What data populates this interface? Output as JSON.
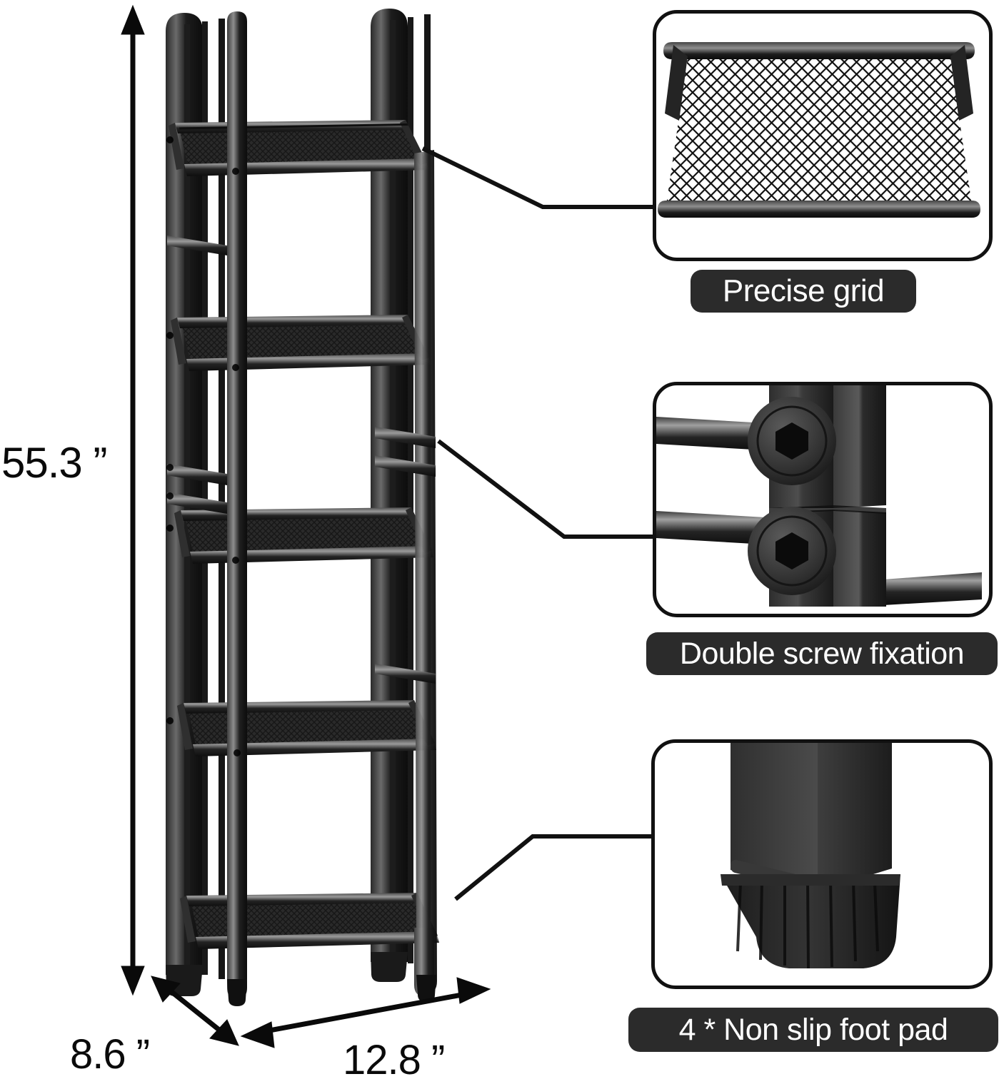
{
  "product": {
    "type": "5-tier metal mesh storage shelf / bookshelf",
    "color_hex": "#141414",
    "background_hex": "#ffffff",
    "shelf_count": 5
  },
  "dimensions": {
    "height": {
      "value": "55.3",
      "unit": "”",
      "label": "55.3 ”",
      "name": "overall height"
    },
    "depth": {
      "value": "8.6",
      "unit": "”",
      "label": "8.6 ”",
      "name": "overall depth"
    },
    "width": {
      "value": "12.8",
      "unit": "”",
      "label": "12.8 ”",
      "name": "overall width"
    }
  },
  "callouts": [
    {
      "id": "precise-grid",
      "label": "Precise grid",
      "detail": "close-up of diamond wire-mesh shelf panel with tube frame",
      "pill_bg": "#2b2b2b",
      "pill_text_color": "#ffffff"
    },
    {
      "id": "double-screw-fixation",
      "label": "Double screw fixation",
      "detail": "close-up of square post with two hex-socket screws joining horizontal tubes",
      "pill_bg": "#2b2b2b",
      "pill_text_color": "#ffffff"
    },
    {
      "id": "non-slip-foot-pad",
      "label": "4 * Non slip foot pad",
      "detail": "close-up of ribbed rubber foot pad on bottom of square leg",
      "pill_bg": "#2b2b2b",
      "pill_text_color": "#ffffff"
    }
  ],
  "colors": {
    "metal_dark": "#131313",
    "metal_mid": "#3a3a3a",
    "metal_light": "#6e6e6e",
    "line": "#111111",
    "pill": "#2b2b2b",
    "text_dark": "#0a0a0a",
    "text_light": "#ffffff"
  }
}
